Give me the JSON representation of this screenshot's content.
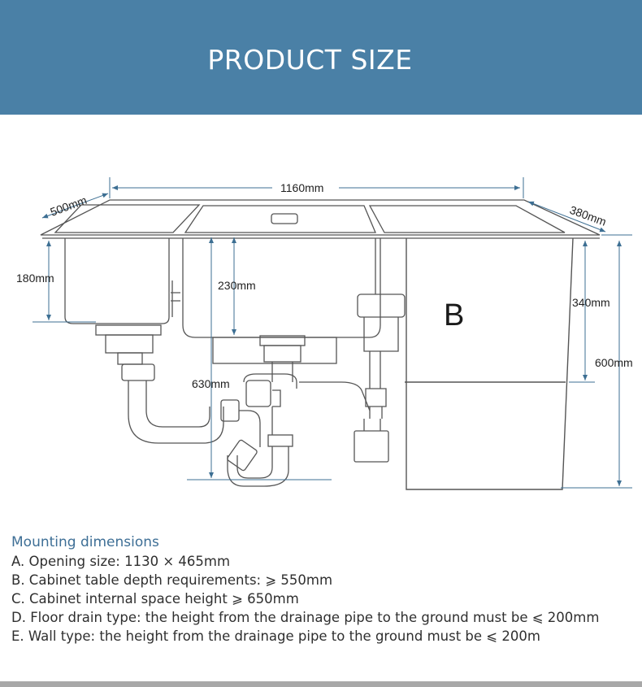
{
  "header": {
    "title": "PRODUCT SIZE",
    "background_color": "#4a80a6"
  },
  "diagram": {
    "dimensions": {
      "length": "1160mm",
      "depth_left": "500mm",
      "depth_right": "380mm",
      "bowl_depth": "180mm",
      "center_depth": "230mm",
      "drain_height": "630mm",
      "cabinet_depth": "340mm",
      "total_height": "600mm"
    },
    "cabinet_label": "B",
    "line_color": "#555555",
    "dimension_color": "#3d6f93"
  },
  "mounting": {
    "heading": "Mounting dimensions",
    "items": [
      "A. Opening size: 1130 × 465mm",
      "B. Cabinet table depth requirements: ⩾ 550mm",
      "C. Cabinet internal space height ⩾ 650mm",
      "D. Floor drain type: the height from the drainage pipe to the ground must be ⩽ 200mm",
      "E. Wall type: the height from the drainage pipe to the ground must be ⩽ 200m"
    ]
  }
}
